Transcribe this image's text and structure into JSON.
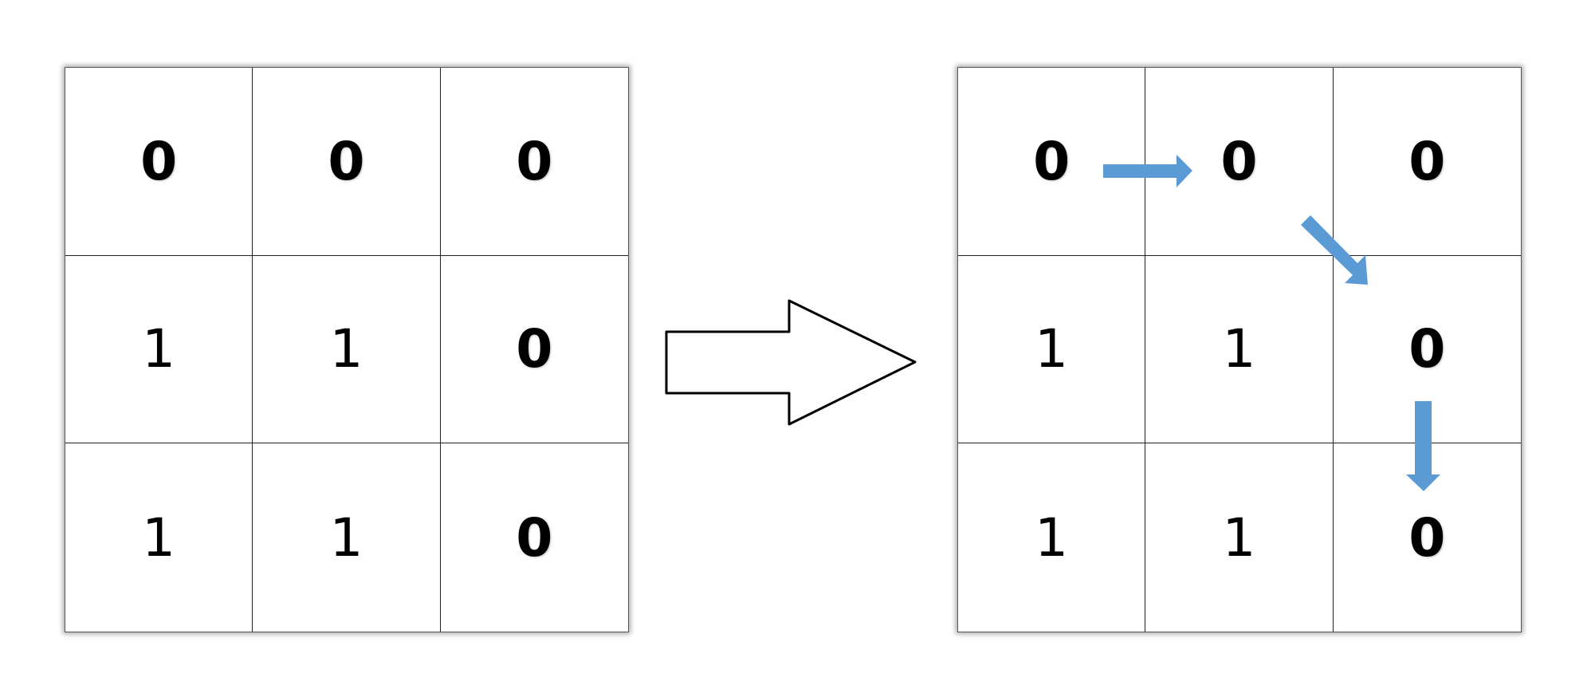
{
  "grid_before": {
    "rows": [
      [
        "0",
        "0",
        "0"
      ],
      [
        "1",
        "1",
        "0"
      ],
      [
        "1",
        "1",
        "0"
      ]
    ]
  },
  "grid_after": {
    "rows": [
      [
        "0",
        "0",
        "0"
      ],
      [
        "1",
        "1",
        "0"
      ],
      [
        "1",
        "1",
        "0"
      ]
    ]
  },
  "path": [
    {
      "from": [
        0,
        0
      ],
      "to": [
        0,
        1
      ]
    },
    {
      "from": [
        0,
        1
      ],
      "to": [
        1,
        2
      ]
    },
    {
      "from": [
        1,
        2
      ],
      "to": [
        2,
        2
      ]
    }
  ],
  "colors": {
    "path_arrow": "#5b9bd5",
    "transform_arrow_stroke": "#000000",
    "grid_line": "#222222"
  },
  "icons": {
    "transform": "hollow-right-arrow-icon",
    "path_step": "blue-arrow-icon"
  }
}
